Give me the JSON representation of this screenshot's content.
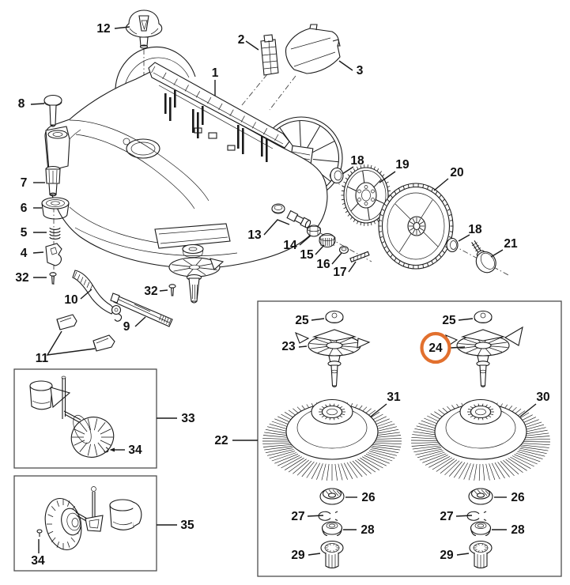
{
  "figure": {
    "kind": "exploded-parts-diagram",
    "selected_callout": "24",
    "colors": {
      "background": "#ffffff",
      "line": "#1a1a1a",
      "label_text": "#111111",
      "highlight_ring": "#e2702e",
      "box_border": "#4d4d4d"
    }
  },
  "callouts": [
    {
      "id": "callout-12",
      "number": "12"
    },
    {
      "id": "callout-2",
      "number": "2"
    },
    {
      "id": "callout-3",
      "number": "3"
    },
    {
      "id": "callout-1",
      "number": "1"
    },
    {
      "id": "callout-8",
      "number": "8"
    },
    {
      "id": "callout-7",
      "number": "7"
    },
    {
      "id": "callout-6",
      "number": "6"
    },
    {
      "id": "callout-5",
      "number": "5"
    },
    {
      "id": "callout-4",
      "number": "4"
    },
    {
      "id": "callout-32-left",
      "number": "32"
    },
    {
      "id": "callout-10",
      "number": "10"
    },
    {
      "id": "callout-9",
      "number": "9"
    },
    {
      "id": "callout-11",
      "number": "11"
    },
    {
      "id": "callout-32-center",
      "number": "32"
    },
    {
      "id": "callout-13",
      "number": "13"
    },
    {
      "id": "callout-14",
      "number": "14"
    },
    {
      "id": "callout-15",
      "number": "15"
    },
    {
      "id": "callout-16",
      "number": "16"
    },
    {
      "id": "callout-17",
      "number": "17"
    },
    {
      "id": "callout-18-left",
      "number": "18"
    },
    {
      "id": "callout-19",
      "number": "19"
    },
    {
      "id": "callout-20",
      "number": "20"
    },
    {
      "id": "callout-18-right",
      "number": "18"
    },
    {
      "id": "callout-21",
      "number": "21"
    },
    {
      "id": "callout-33",
      "number": "33"
    },
    {
      "id": "callout-34-upper",
      "number": "34"
    },
    {
      "id": "callout-35",
      "number": "35"
    },
    {
      "id": "callout-34-lower",
      "number": "34"
    },
    {
      "id": "callout-22",
      "number": "22"
    },
    {
      "id": "callout-25-left",
      "number": "25"
    },
    {
      "id": "callout-23",
      "number": "23"
    },
    {
      "id": "callout-25-right",
      "number": "25"
    },
    {
      "id": "callout-24-selected",
      "number": "24"
    },
    {
      "id": "callout-31",
      "number": "31"
    },
    {
      "id": "callout-30",
      "number": "30"
    },
    {
      "id": "callout-26-left",
      "number": "26"
    },
    {
      "id": "callout-27-left",
      "number": "27"
    },
    {
      "id": "callout-28-left",
      "number": "28"
    },
    {
      "id": "callout-29-left",
      "number": "29"
    },
    {
      "id": "callout-26-right",
      "number": "26"
    },
    {
      "id": "callout-27-right",
      "number": "27"
    },
    {
      "id": "callout-28-right",
      "number": "28"
    },
    {
      "id": "callout-29-right",
      "number": "29"
    }
  ]
}
